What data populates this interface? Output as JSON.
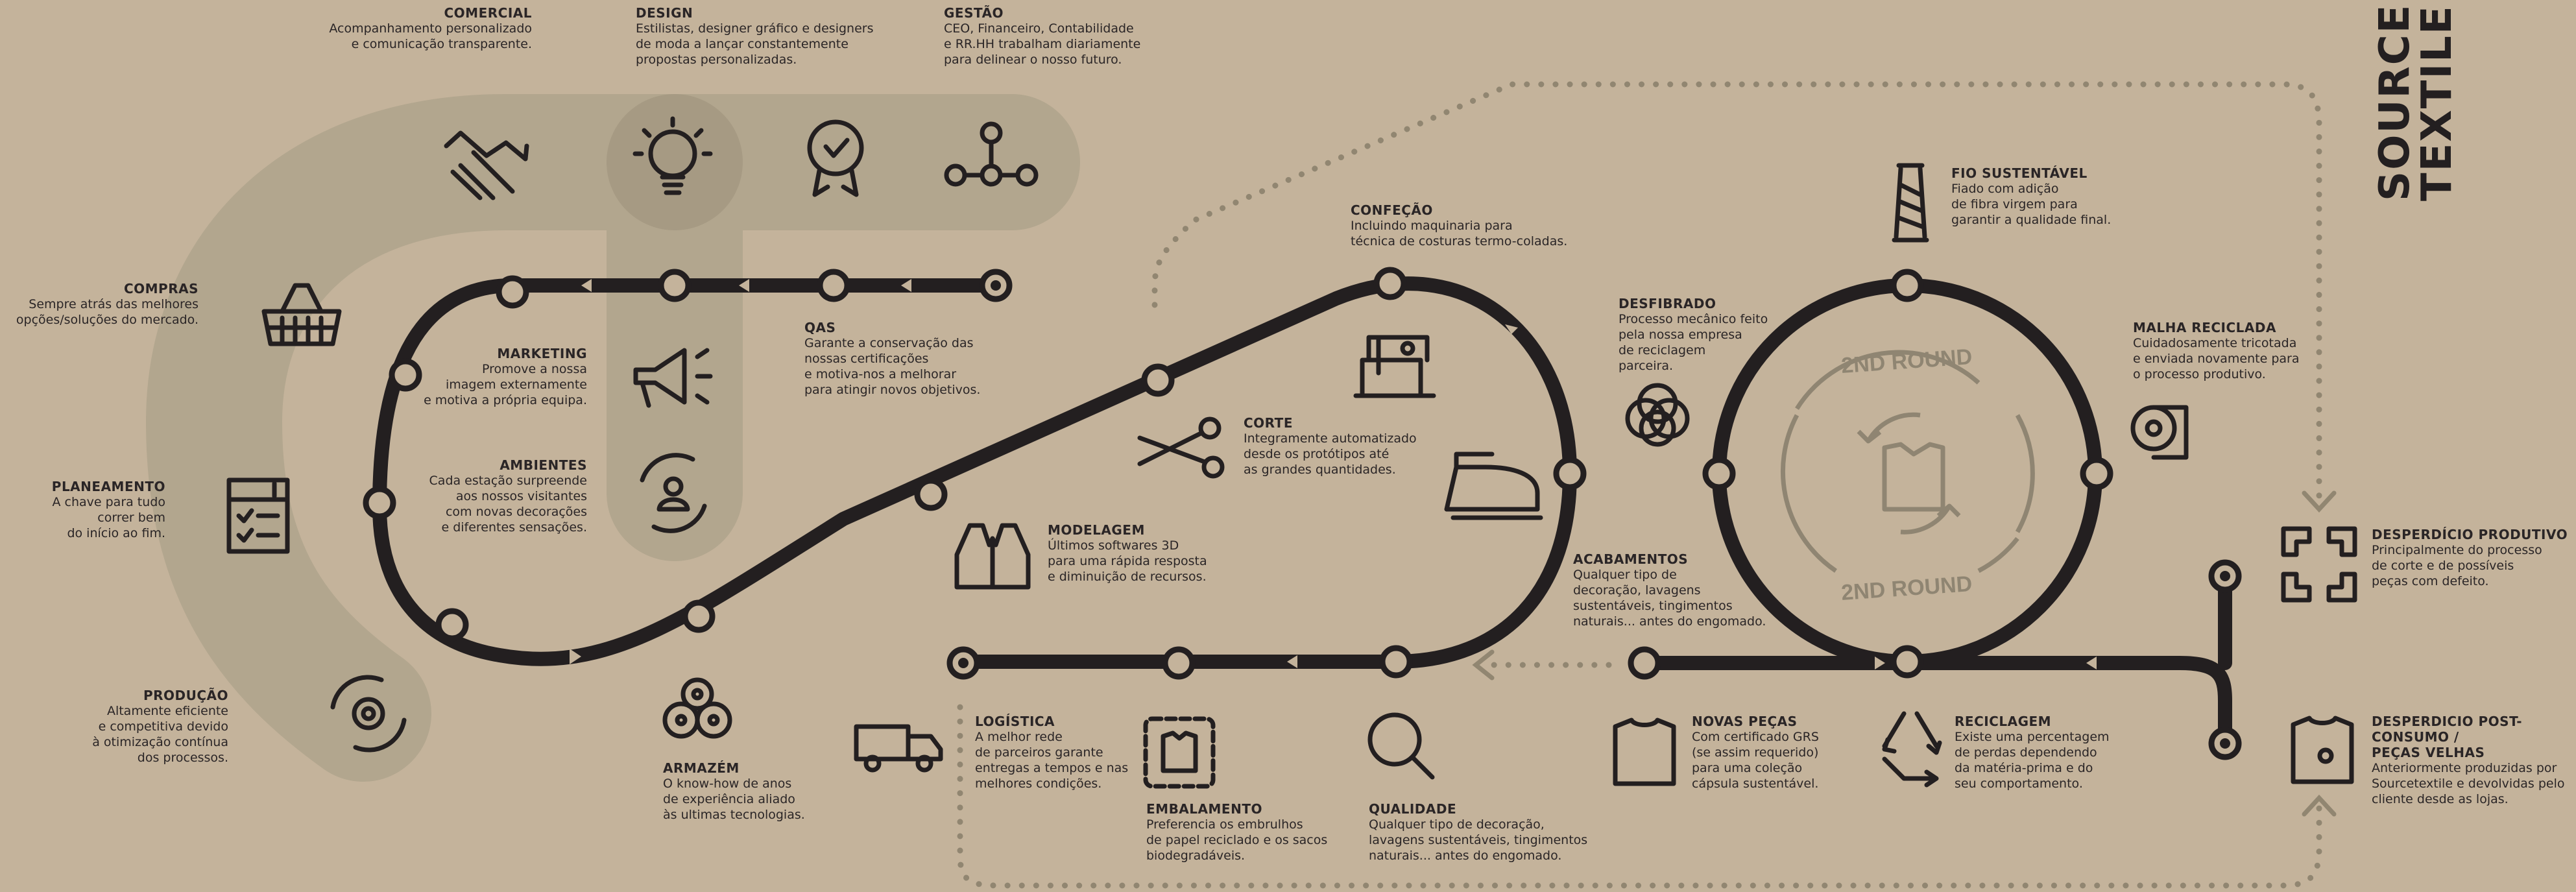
{
  "brand": {
    "line1": "SOURCE",
    "line2": "TEXTILE"
  },
  "round_label": "2ND ROUND",
  "steps": {
    "comercial": {
      "title": "COMERCIAL",
      "desc": "Acompanhamento personalizado\ne comunicação transparente."
    },
    "design": {
      "title": "DESIGN",
      "desc": "Estilistas, designer gráfico e designers\nde moda a lançar constantemente\npropostas personalizadas."
    },
    "gestao": {
      "title": "GESTÃO",
      "desc": "CEO, Financeiro, Contabilidade\ne RR.HH trabalham diariamente\npara delinear o nosso futuro."
    },
    "compras": {
      "title": "COMPRAS",
      "desc": "Sempre atrás das melhores\nopções/soluções do mercado."
    },
    "marketing": {
      "title": "MARKETING",
      "desc": "Promove a nossa\nimagem externamente\ne motiva a própria equipa."
    },
    "qas": {
      "title": "QAS",
      "desc": "Garante a conservação das\nnossas certificações\ne motiva-nos a melhorar\npara atingir novos objetivos."
    },
    "ambientes": {
      "title": "AMBIENTES",
      "desc": "Cada estação surpreende\naos nossos visitantes\ncom novas decorações\ne diferentes sensações."
    },
    "planeamento": {
      "title": "PLANEAMENTO",
      "desc": "A chave para tudo\ncorrer bem\ndo início ao fim."
    },
    "producao": {
      "title": "PRODUÇÃO",
      "desc": "Altamente eficiente\ne competitiva devido\nà otimização contínua\ndos processos."
    },
    "armazem": {
      "title": "ARMAZÉM",
      "desc": "O know-how de anos\nde experiência aliado\nàs ultimas tecnologias."
    },
    "modelagem": {
      "title": "MODELAGEM",
      "desc": "Últimos softwares 3D\npara uma rápida resposta\ne diminuição de recursos."
    },
    "corte": {
      "title": "CORTE",
      "desc": "Integramente automatizado\ndesde os protótipos até\nas grandes quantidades."
    },
    "confecao": {
      "title": "CONFEÇÃO",
      "desc": "Incluindo maquinaria para\ntécnica de costuras termo-coladas."
    },
    "acabamentos": {
      "title": "ACABAMENTOS",
      "desc": "Qualquer tipo de\ndecoração, lavagens\nsustentáveis, tingimentos\nnaturais... antes do engomado."
    },
    "logistica": {
      "title": "LOGÍSTICA",
      "desc": "A melhor rede\nde parceiros garante\nentregas a tempos e nas\nmelhores condições."
    },
    "embalamento": {
      "title": "EMBALAMENTO",
      "desc": "Preferencia os embrulhos\nde papel reciclado e os sacos\nbiodegradáveis."
    },
    "qualidade": {
      "title": "QUALIDADE",
      "desc": "Qualquer tipo de decoração,\nlavagens sustentáveis, tingimentos\nnaturais... antes do engomado."
    },
    "desfibrado": {
      "title": "DESFIBRADO",
      "desc": "Processo mecânico feito\npela nossa empresa\nde reciclagem\nparceira."
    },
    "fio": {
      "title": "FIO SUSTENTÁVEL",
      "desc": "Fiado com adição\nde fibra virgem para\ngarantir a qualidade final."
    },
    "malha": {
      "title": "MALHA RECICLADA",
      "desc": "Cuidadosamente tricotada\ne enviada novamente para\no processo produtivo."
    },
    "novas": {
      "title": "NOVAS PEÇAS",
      "desc": "Com certificado GRS\n(se assim requerido)\npara uma coleção\ncápsula sustentável."
    },
    "reciclagem": {
      "title": "RECICLAGEM",
      "desc": "Existe uma percentagem\nde perdas dependendo\nda matéria-prima e do\nseu comportamento."
    },
    "desperdicio_prod": {
      "title": "DESPERDÍCIO PRODUTIVO",
      "desc": "Principalmente do processo\nde corte e de possíveis\npeças com defeito."
    },
    "desperdicio_post": {
      "title": "DESPERDICIO POST-CONSUMO /\nPEÇAS VELHAS",
      "desc": "Anteriormente produzidas por\nSourcetextile e devolvidas pelo\ncliente desde as lojas."
    }
  },
  "icons": [
    "handshake-icon",
    "lightbulb-icon",
    "quality-badge-icon",
    "network-icon",
    "basket-icon",
    "megaphone-icon",
    "people-cycle-icon",
    "calendar-checklist-icon",
    "gear-cycle-icon",
    "fabric-rolls-icon",
    "vest-icon",
    "scissors-icon",
    "sewing-machine-icon",
    "iron-icon",
    "truck-icon",
    "box-shirt-icon",
    "magnifier-icon",
    "fiber-ball-icon",
    "spool-icon",
    "knit-roll-icon",
    "tshirt-icon",
    "recycle-icon",
    "waste-frame-icon",
    "old-shirt-icon"
  ],
  "colors": {
    "background": "#c4b39b",
    "band": "#b0a48c",
    "track": "#231f20",
    "muted": "#8f8572"
  }
}
